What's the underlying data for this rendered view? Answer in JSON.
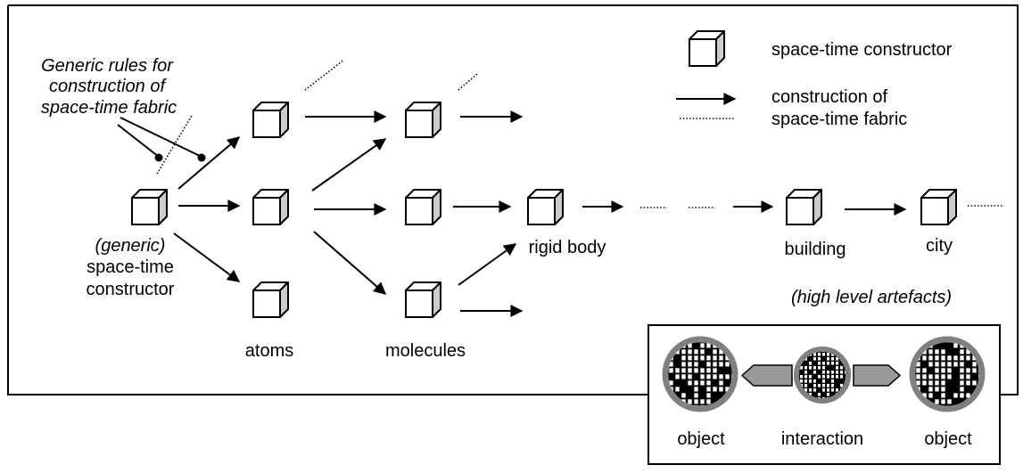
{
  "diagram": {
    "annotation": {
      "lines": [
        "Generic rules for",
        "construction of",
        "space-time fabric"
      ]
    },
    "origin_label": {
      "italic": "(generic)",
      "lines": [
        "space-time",
        "constructor"
      ]
    },
    "level_labels": {
      "atoms": "atoms",
      "molecules": "molecules",
      "rigid_body": "rigid body",
      "building": "building",
      "city": "city",
      "high_level": "(high level artefacts)"
    },
    "legend": {
      "constructor_label": "space-time constructor",
      "construction_label_lines": [
        "construction of",
        "space-time fabric"
      ]
    },
    "interaction_box": {
      "left_label": "object",
      "center_label": "interaction",
      "right_label": "object"
    },
    "icons": {
      "constructor": "cube-icon",
      "construction": "arrow-icon",
      "fabric": "dotted-line-icon",
      "object": "gridded-circle-icon"
    },
    "colors": {
      "cube_side": "#cccccc",
      "circle_ring": "#808080",
      "arrow_block": "#999999"
    }
  }
}
